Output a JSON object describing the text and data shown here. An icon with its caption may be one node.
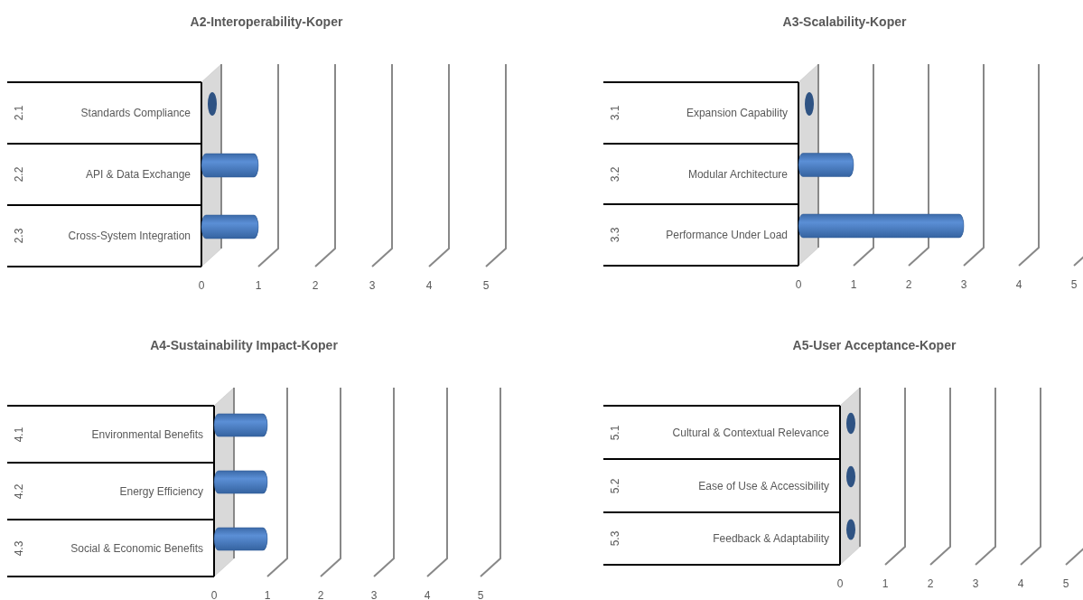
{
  "diagram": {
    "labels": [
      "2.1",
      "2.2",
      "2.3",
      "3.1",
      "3.2",
      "3.3",
      "4.1",
      "4.2",
      "4.3",
      "5.1",
      "5.2",
      "5.3"
    ],
    "chart_data": [
      {
        "type": "bar",
        "orientation": "horizontal",
        "title": "A2-Interoperability-Koper",
        "categories": [
          "Standards Compliance",
          "API & Data Exchange",
          "Cross-System Integration"
        ],
        "values": [
          0,
          1,
          1
        ],
        "xlim": [
          0,
          5
        ],
        "xticks": [
          0,
          1,
          2,
          3,
          4,
          5
        ]
      },
      {
        "type": "bar",
        "orientation": "horizontal",
        "title": "A3-Scalability-Koper",
        "categories": [
          "Expansion Capability",
          "Modular Architecture",
          "Performance Under Load"
        ],
        "values": [
          0,
          1,
          3
        ],
        "xlim": [
          0,
          5
        ],
        "xticks": [
          0,
          1,
          2,
          3,
          4,
          5
        ]
      },
      {
        "type": "bar",
        "orientation": "horizontal",
        "title": "A4-Sustainability Impact-Koper",
        "categories": [
          "Environmental Benefits",
          "Energy Efficiency",
          "Social & Economic Benefits"
        ],
        "values": [
          1,
          1,
          1
        ],
        "xlim": [
          0,
          5
        ],
        "xticks": [
          0,
          1,
          2,
          3,
          4,
          5
        ]
      },
      {
        "type": "bar",
        "orientation": "horizontal",
        "title": "A5-User Acceptance-Koper",
        "categories": [
          "Cultural & Contextual Relevance",
          "Ease of Use & Accessibility",
          "Feedback & Adaptability"
        ],
        "values": [
          0,
          0,
          0
        ],
        "xlim": [
          0,
          5
        ],
        "xticks": [
          0,
          1,
          2,
          3,
          4,
          5
        ]
      }
    ]
  }
}
